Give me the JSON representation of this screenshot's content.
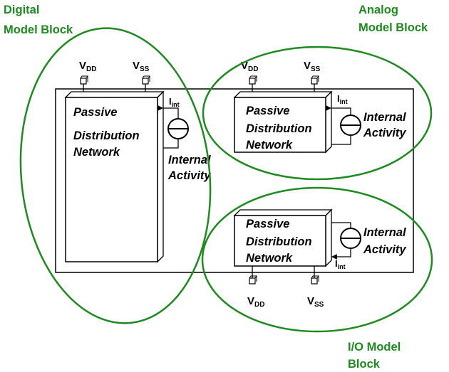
{
  "blocks": {
    "digital": {
      "title_line1": "Digital",
      "title_line2": "Model Block"
    },
    "analog": {
      "title_line1": "Analog",
      "title_line2": "Model Block"
    },
    "io": {
      "title_line1": "I/O Model",
      "title_line2": "Block"
    }
  },
  "network": {
    "line1": "Passive",
    "line2": "Distribution",
    "line3": "Network"
  },
  "activity": {
    "line1": "Internal",
    "line2": "Activity"
  },
  "current": {
    "main": "I",
    "sub": "int"
  },
  "supply": {
    "vdd_main": "V",
    "vdd_sub": "DD",
    "vss_main": "V",
    "vss_sub": "SS"
  },
  "colors": {
    "green": "#1f8a1f",
    "black": "#000000"
  }
}
